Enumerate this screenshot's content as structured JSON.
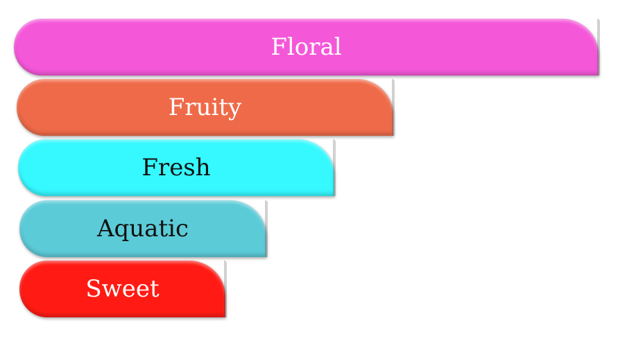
{
  "bands": [
    {
      "label": "Floral",
      "color": "#f557d9",
      "text_color": "#ffffff"
    },
    {
      "label": "Fruity",
      "color": "#ef6a48",
      "text_color": "#ffffff"
    },
    {
      "label": "Fresh",
      "color": "#35f9ff",
      "text_color": "#111111"
    },
    {
      "label": "Aquatic",
      "color": "#5ccbd8",
      "text_color": "#111111"
    },
    {
      "label": "Sweet",
      "color": "#ff1b14",
      "text_color": "#ffffff"
    }
  ]
}
